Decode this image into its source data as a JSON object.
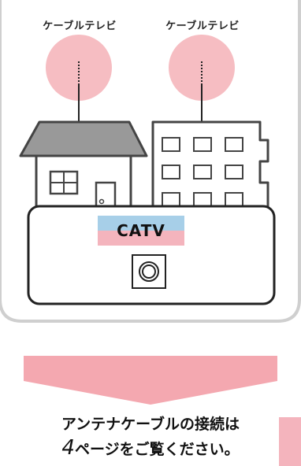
{
  "labels": {
    "house": "ケーブルテレビ",
    "building": "ケーブルテレビ"
  },
  "outlet": {
    "label": "CATV"
  },
  "footer": {
    "line1": "アンテナケーブルの接続は",
    "page_number": "4",
    "line2_rest": "ページをご覧ください。"
  },
  "colors": {
    "signal_circle": "#f6bdc2",
    "catv_blue": "#a7cfe8",
    "catv_pink": "#f4b4bd",
    "arrow": "#f4a8b0",
    "house_roof": "#999999",
    "outline": "#444444"
  }
}
